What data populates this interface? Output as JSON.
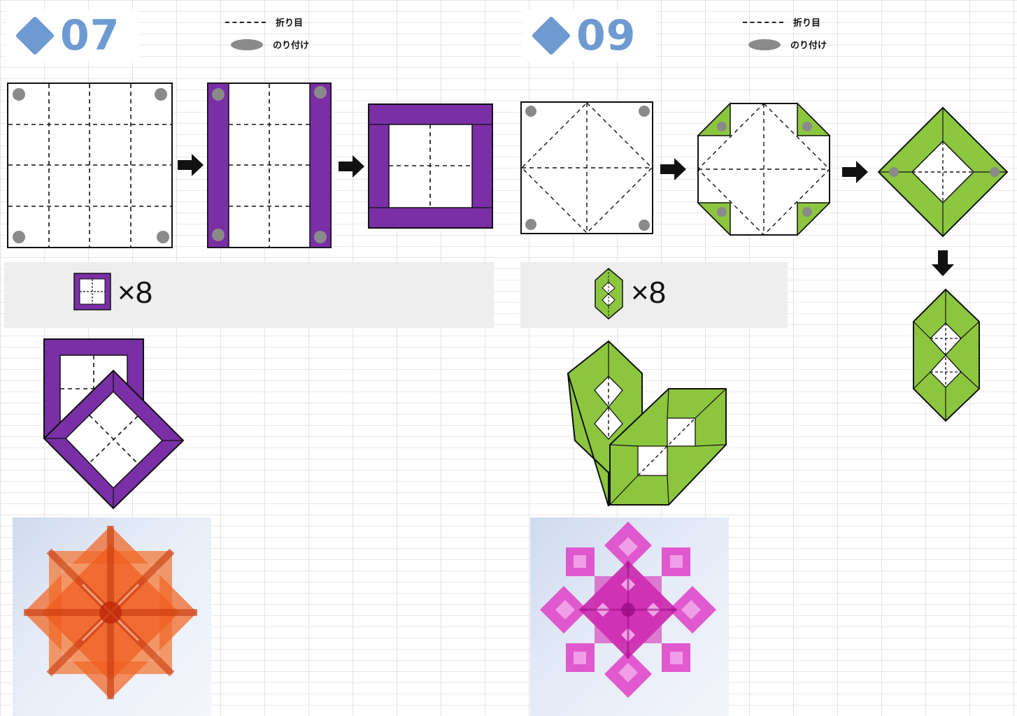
{
  "colors": {
    "accent": "#6e9ad2",
    "purple": "#7a2fa6",
    "green": "#8cc63f",
    "orange": "#e84a1a",
    "magenta": "#d230c8",
    "glue": "#8a8a8a"
  },
  "panels": [
    {
      "number": "07",
      "legend": {
        "fold_line": "折り目",
        "glue": "のり付け"
      },
      "multiplier": "×8"
    },
    {
      "number": "09",
      "legend": {
        "fold_line": "折り目",
        "glue": "のり付け"
      },
      "multiplier": "×8"
    }
  ],
  "icons": [
    "diamond-icon",
    "right-arrow-icon",
    "down-arrow-icon",
    "glue-dot-icon"
  ]
}
